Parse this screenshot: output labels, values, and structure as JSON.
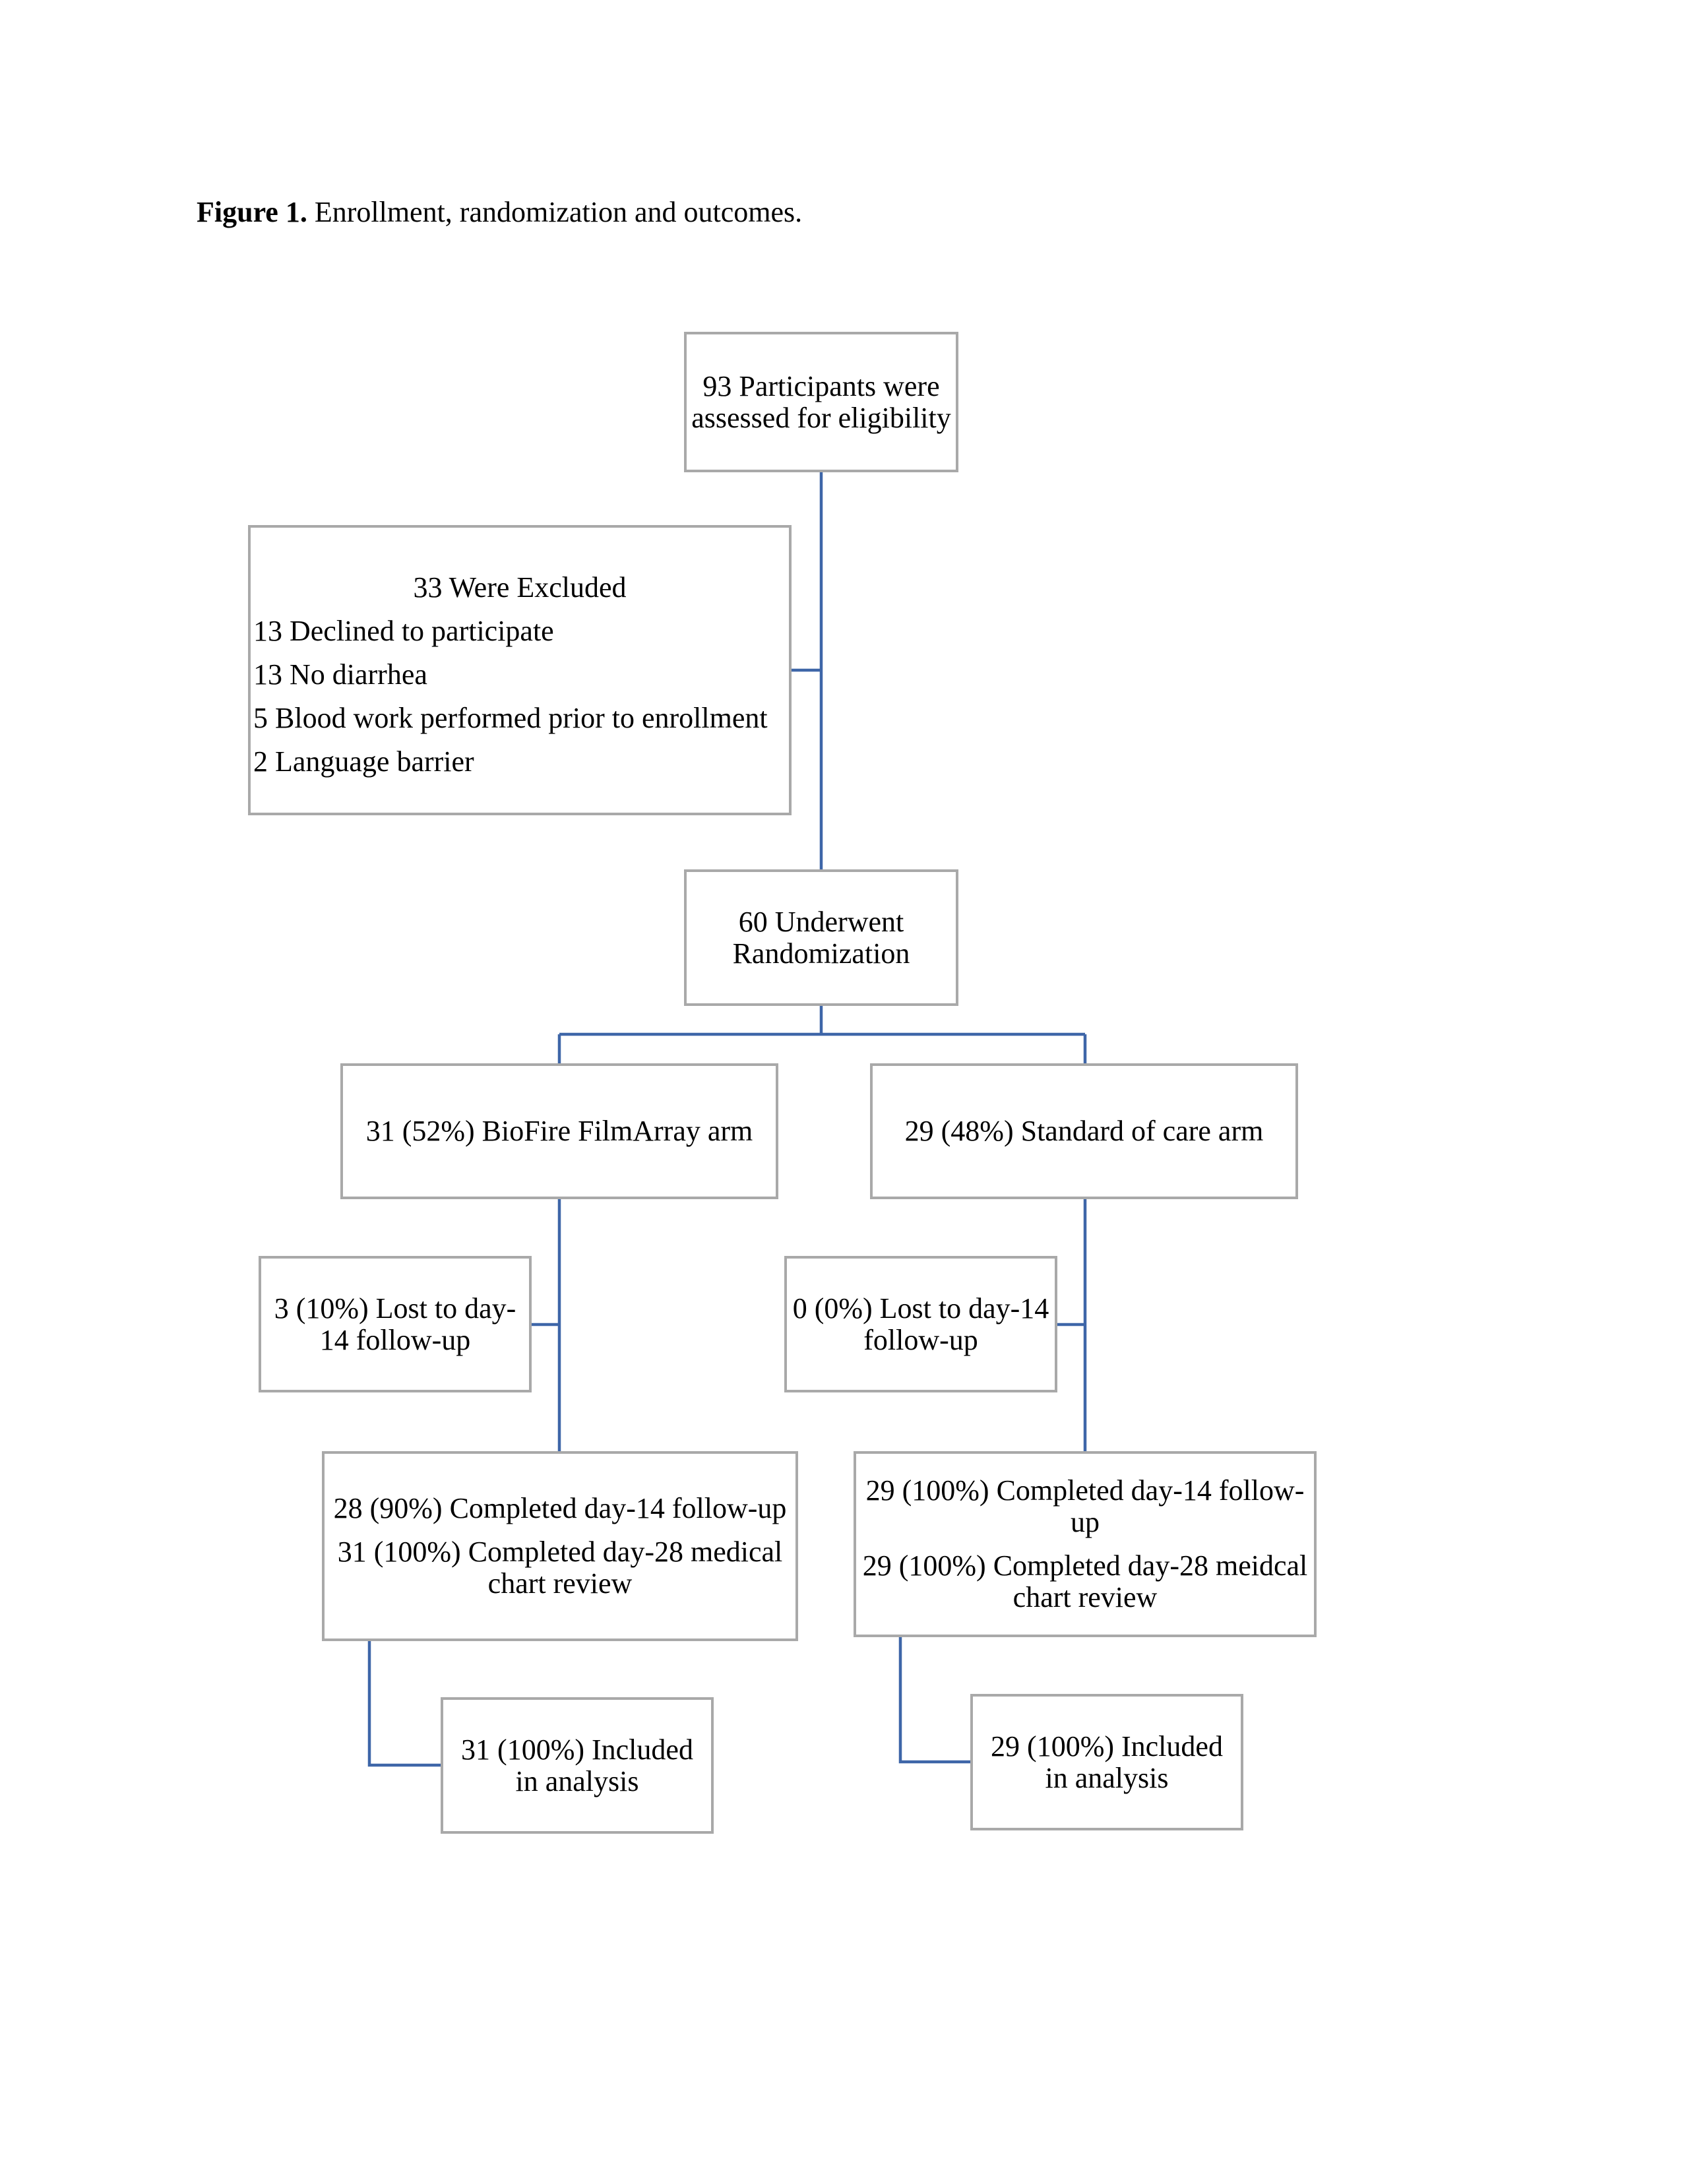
{
  "caption": {
    "label": "Figure 1.",
    "text": " Enrollment, randomization and outcomes."
  },
  "connector_color": "#3e66a8",
  "border_color": "#a9a9a9",
  "boxes": {
    "assessed": {
      "line1": "93 Participants were",
      "line2": "assessed for eligibility"
    },
    "excluded": {
      "title": "33 Were Excluded",
      "reasons": [
        "13 Declined to participate",
        "13 No diarrhea",
        "5 Blood work performed prior to enrollment",
        "2 Language barrier"
      ]
    },
    "randomized": {
      "line1": "60 Underwent",
      "line2": "Randomization"
    },
    "biofire_arm": {
      "line1": "31 (52%) BioFire FilmArray arm"
    },
    "standard_arm": {
      "line1": "29 (48%) Standard of care arm"
    },
    "biofire_lost": {
      "line1": "3 (10%) Lost to day-",
      "line2": "14 follow-up"
    },
    "standard_lost": {
      "line1": "0 (0%) Lost to day-14",
      "line2": "follow-up"
    },
    "biofire_completed": {
      "item1_line1": "28 (90%) Completed day-14 follow-up",
      "item2_line1": "31 (100%) Completed day-28 medical",
      "item2_line2": "chart review"
    },
    "standard_completed": {
      "item1_line1": "29 (100%) Completed day-14 follow-",
      "item1_line2": "up",
      "item2_line1": "29 (100%) Completed day-28 meidcal",
      "item2_line2": "chart review"
    },
    "biofire_analysis": {
      "line1": "31 (100%) Included",
      "line2": "in analysis"
    },
    "standard_analysis": {
      "line1": "29 (100%) Included",
      "line2": "in analysis"
    }
  }
}
